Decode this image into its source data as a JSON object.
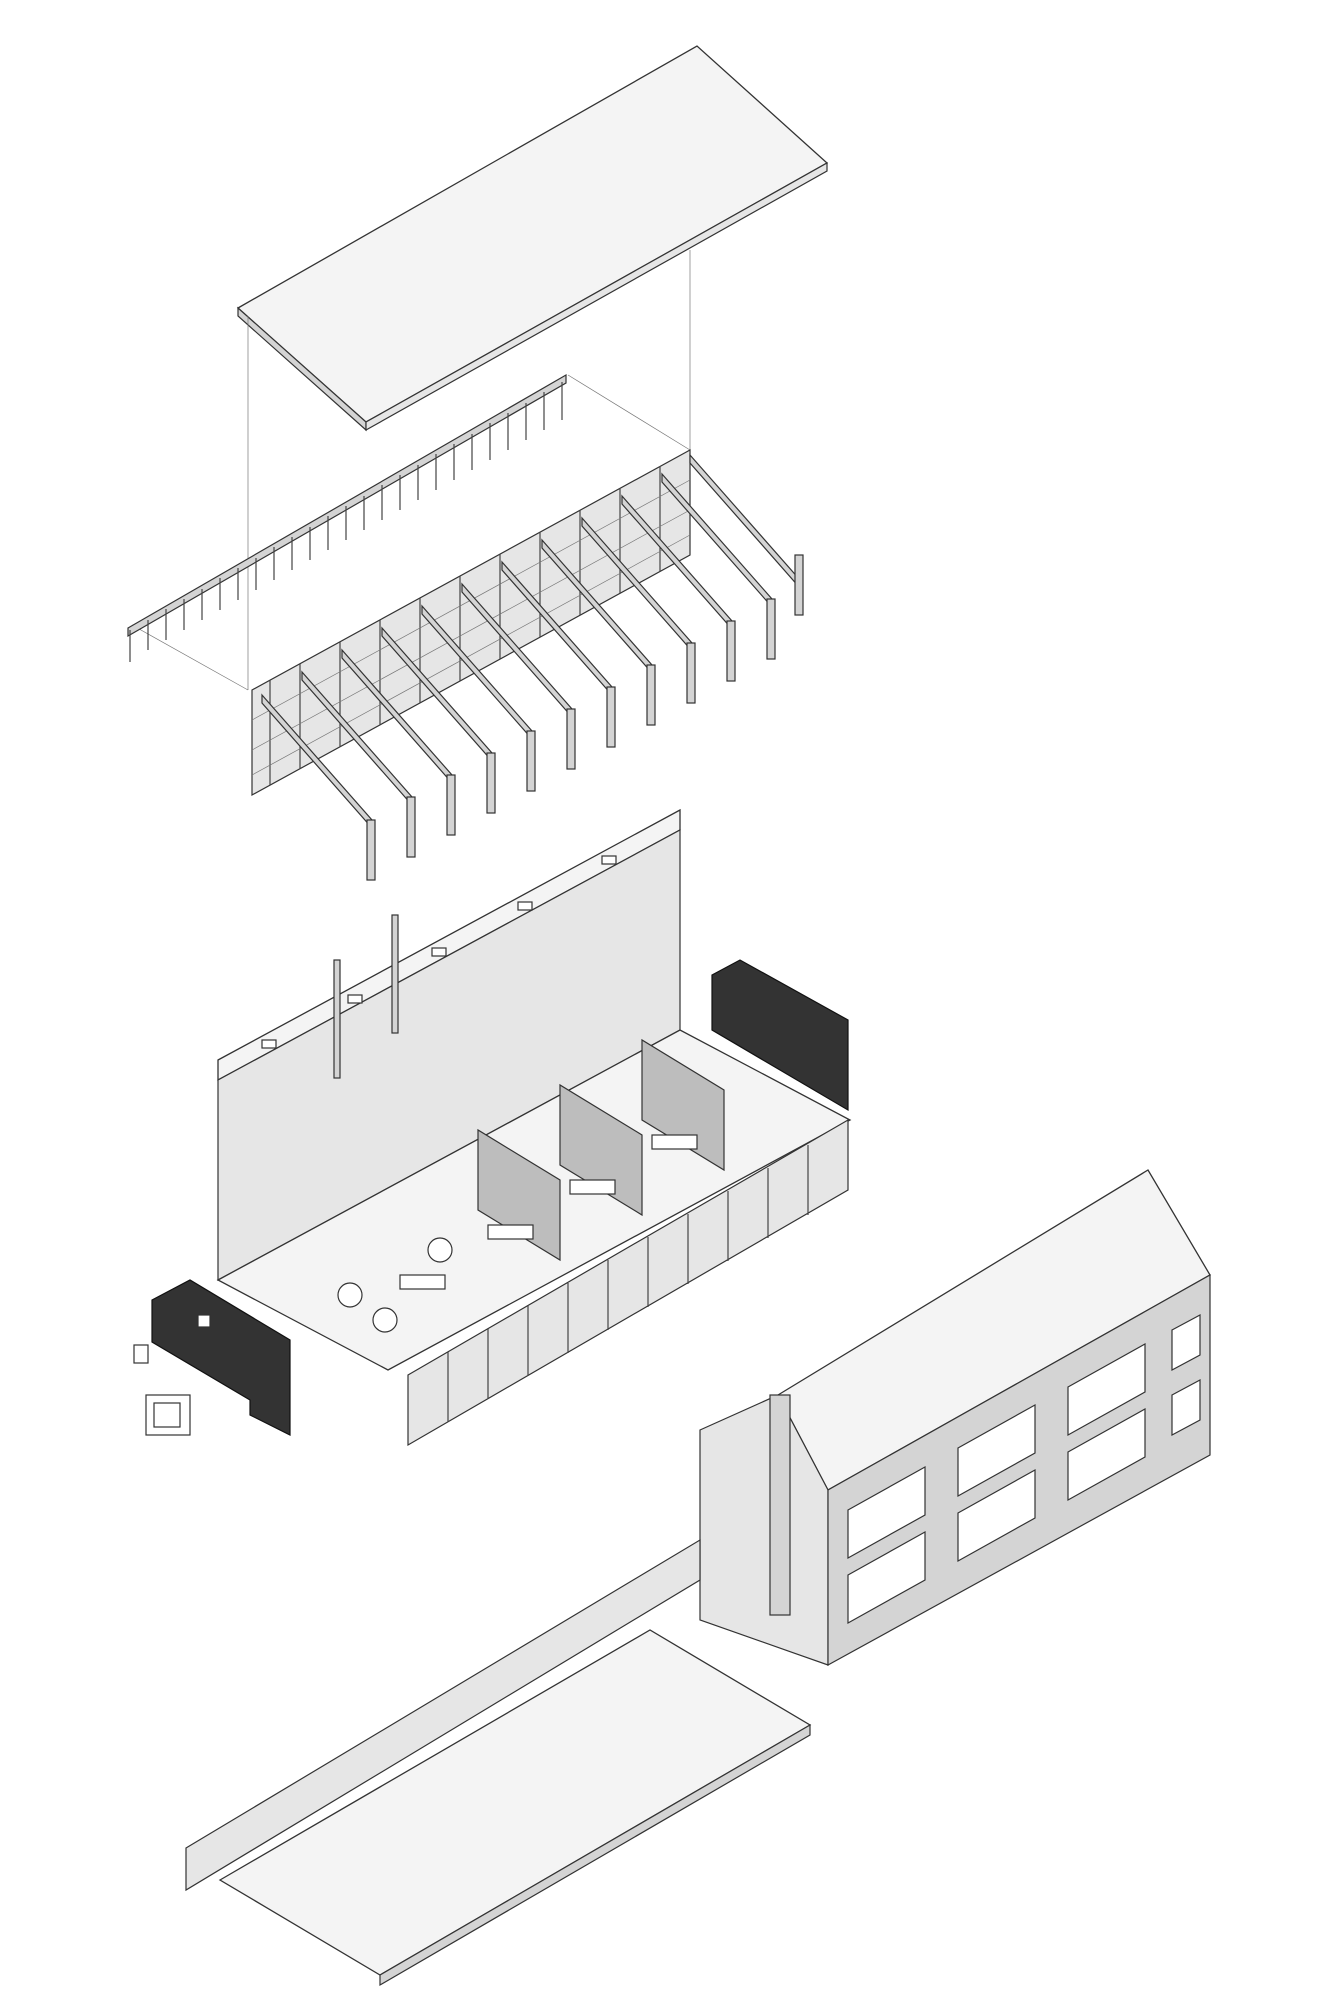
{
  "drawing": {
    "type": "exploded-axonometric",
    "palette": {
      "background": "#ffffff",
      "line": "#333333",
      "light_face": "#e6e6e6",
      "mid_face": "#d4d4d4",
      "dark_face": "#bdbdbd",
      "black_wall": "#333333"
    },
    "layers": [
      {
        "id": "roof-slab"
      },
      {
        "id": "structural-frame"
      },
      {
        "id": "interior-fitout"
      },
      {
        "id": "existing-building"
      },
      {
        "id": "ground-plinth"
      }
    ]
  }
}
